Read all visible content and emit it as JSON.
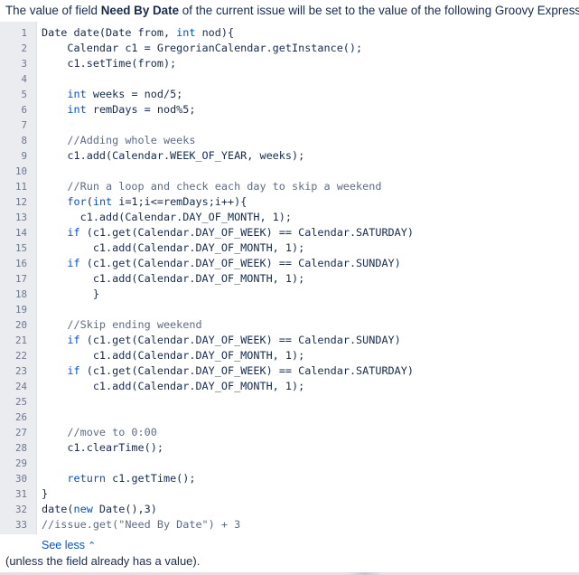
{
  "intro": {
    "prefix": "The value of field ",
    "field_name": "Need By Date",
    "suffix": " of the current issue will be set to the value of the following Groovy Expression:"
  },
  "code_lines": [
    {
      "n": "1",
      "text": "Date date(Date from, int nod){"
    },
    {
      "n": "2",
      "text": "    Calendar c1 = GregorianCalendar.getInstance();"
    },
    {
      "n": "3",
      "text": "    c1.setTime(from);"
    },
    {
      "n": "4",
      "text": ""
    },
    {
      "n": "5",
      "text": "    int weeks = nod/5;"
    },
    {
      "n": "6",
      "text": "    int remDays = nod%5;"
    },
    {
      "n": "7",
      "text": ""
    },
    {
      "n": "8",
      "text": "    //Adding whole weeks"
    },
    {
      "n": "9",
      "text": "    c1.add(Calendar.WEEK_OF_YEAR, weeks);"
    },
    {
      "n": "10",
      "text": ""
    },
    {
      "n": "11",
      "text": "    //Run a loop and check each day to skip a weekend"
    },
    {
      "n": "12",
      "text": "    for(int i=1;i<=remDays;i++){"
    },
    {
      "n": "13",
      "text": "      c1.add(Calendar.DAY_OF_MONTH, 1);"
    },
    {
      "n": "14",
      "text": "    if (c1.get(Calendar.DAY_OF_WEEK) == Calendar.SATURDAY)"
    },
    {
      "n": "15",
      "text": "        c1.add(Calendar.DAY_OF_MONTH, 1);"
    },
    {
      "n": "16",
      "text": "    if (c1.get(Calendar.DAY_OF_WEEK) == Calendar.SUNDAY)"
    },
    {
      "n": "17",
      "text": "        c1.add(Calendar.DAY_OF_MONTH, 1);"
    },
    {
      "n": "18",
      "text": "        }"
    },
    {
      "n": "19",
      "text": ""
    },
    {
      "n": "20",
      "text": "    //Skip ending weekend"
    },
    {
      "n": "21",
      "text": "    if (c1.get(Calendar.DAY_OF_WEEK) == Calendar.SUNDAY)"
    },
    {
      "n": "22",
      "text": "        c1.add(Calendar.DAY_OF_MONTH, 1);"
    },
    {
      "n": "23",
      "text": "    if (c1.get(Calendar.DAY_OF_WEEK) == Calendar.SATURDAY)"
    },
    {
      "n": "24",
      "text": "        c1.add(Calendar.DAY_OF_MONTH, 1);"
    },
    {
      "n": "25",
      "text": ""
    },
    {
      "n": "26",
      "text": ""
    },
    {
      "n": "27",
      "text": "    //move to 0:00"
    },
    {
      "n": "28",
      "text": "    c1.clearTime();"
    },
    {
      "n": "29",
      "text": ""
    },
    {
      "n": "30",
      "text": "    return c1.getTime();"
    },
    {
      "n": "31",
      "text": "}"
    },
    {
      "n": "32",
      "text": "date(new Date(),3)"
    },
    {
      "n": "33",
      "text": "//issue.get(\"Need By Date\") + 3"
    }
  ],
  "see_less": {
    "label": "See less",
    "icon": "double-chevron-up-icon"
  },
  "note": "(unless the field already has a value).",
  "colors": {
    "text": "#172b4d",
    "link": "#0052cc",
    "keyword": "#0052cc",
    "comment": "#5e6c84",
    "gutter": "#ebecf0",
    "line_number": "#6b778c"
  }
}
